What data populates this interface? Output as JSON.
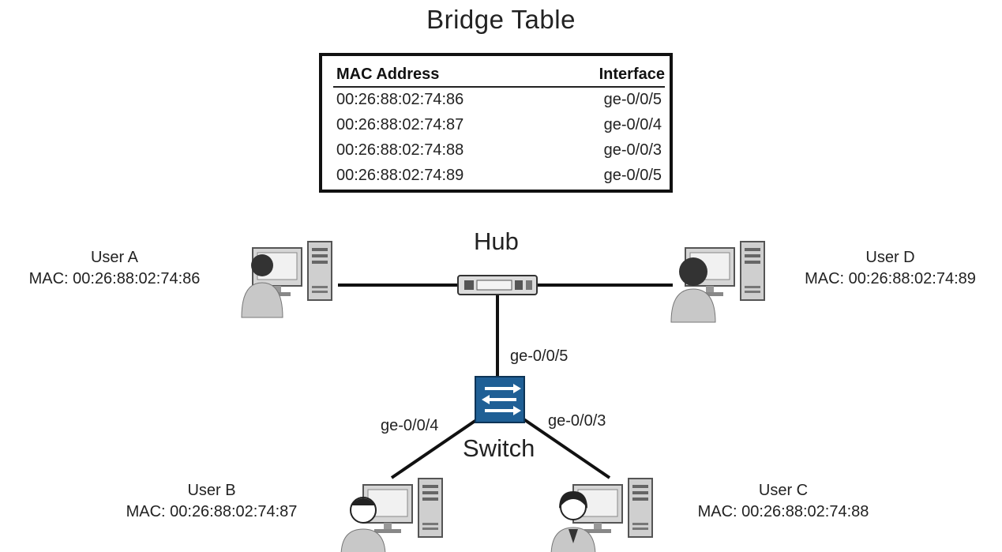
{
  "title": "Bridge Table",
  "bridge_table": {
    "headers": [
      "MAC Address",
      "Interface"
    ],
    "rows": [
      [
        "00:26:88:02:74:86",
        "ge-0/0/5"
      ],
      [
        "00:26:88:02:74:87",
        "ge-0/0/4"
      ],
      [
        "00:26:88:02:74:88",
        "ge-0/0/3"
      ],
      [
        "00:26:88:02:74:89",
        "ge-0/0/5"
      ]
    ]
  },
  "devices": {
    "hub": "Hub",
    "switch": "Switch"
  },
  "interfaces": {
    "to_hub": "ge-0/0/5",
    "to_user_b": "ge-0/0/4",
    "to_user_c": "ge-0/0/3"
  },
  "users": {
    "a": {
      "name": "User A",
      "mac": "MAC: 00:26:88:02:74:86"
    },
    "b": {
      "name": "User B",
      "mac": "MAC: 00:26:88:02:74:87"
    },
    "c": {
      "name": "User C",
      "mac": "MAC: 00:26:88:02:74:88"
    },
    "d": {
      "name": "User D",
      "mac": "MAC: 00:26:88:02:74:89"
    }
  },
  "colors": {
    "switch_fill": "#1f5f95",
    "line": "#111111",
    "device_gray": "#c9c9c9",
    "device_dark": "#3a3a3a"
  }
}
